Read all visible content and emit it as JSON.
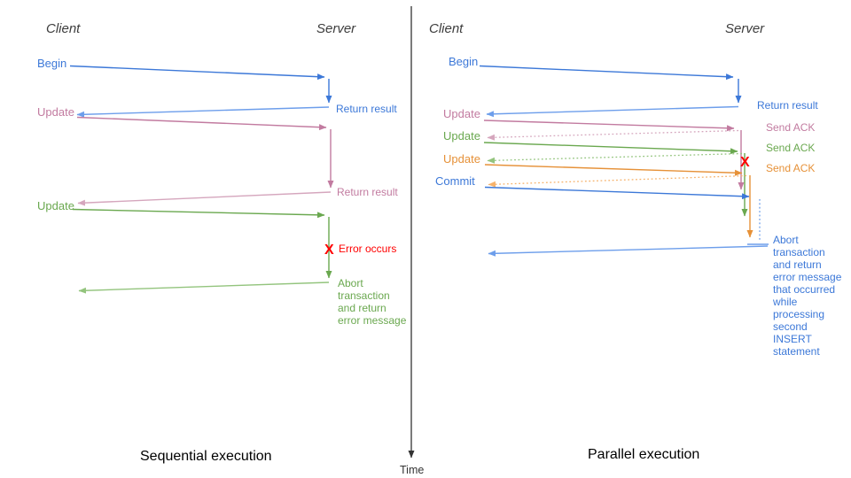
{
  "colors": {
    "blue": "#3c78d8",
    "blue_light": "#6d9eeb",
    "pink": "#c27ba0",
    "pink_light": "#d5a6bd",
    "green": "#6aa84f",
    "green_light": "#93c47d",
    "orange": "#e69138",
    "orange_light": "#f6b26b",
    "red": "#ff0000",
    "axis": "#333333",
    "heading": "#3d3d3d",
    "footer": "#000000"
  },
  "axis": {
    "label": "Time"
  },
  "left": {
    "title": "Sequential execution",
    "client": "Client",
    "server": "Server",
    "begin": "Begin",
    "update1": "Update",
    "update2": "Update",
    "return1": "Return result",
    "return2": "Return result",
    "error_mark": "X",
    "error_label": "Error occurs",
    "abort_lines": [
      "Abort",
      "transaction",
      "and return",
      "error message"
    ]
  },
  "right": {
    "title": "Parallel execution",
    "client": "Client",
    "server": "Server",
    "begin": "Begin",
    "return1": "Return result",
    "update1": "Update",
    "update2": "Update",
    "update3": "Update",
    "commit": "Commit",
    "ack1": "Send ACK",
    "ack2": "Send ACK",
    "ack3": "Send ACK",
    "error_mark": "X",
    "abort_lines": [
      "Abort",
      "transaction",
      "and return",
      "error message",
      "that occurred",
      "while",
      "processing",
      "second",
      "INSERT",
      "statement"
    ]
  }
}
